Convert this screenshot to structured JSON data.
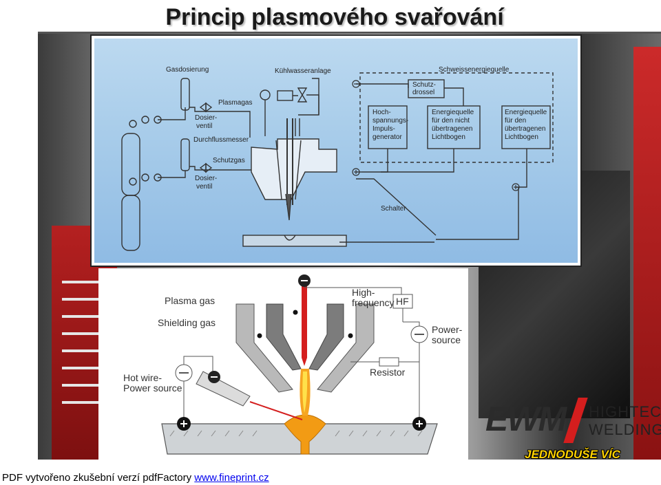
{
  "slide": {
    "title": "Princip plasmového svařování"
  },
  "diagram_top": {
    "labels": {
      "gasdosierung": "Gasdosierung",
      "kuehlwasser": "Kühlwasseranlage",
      "schweissenergie": "Schweissenergiequelle",
      "plasmagas": "Plasmagas",
      "dosierventil_1a": "Dosier-",
      "dosierventil_1b": "ventil",
      "durchfluss": "Durchflussmesser",
      "schutzgas": "Schutzgas",
      "dosierventil_2a": "Dosier-",
      "dosierventil_2b": "ventil",
      "schutzdrossel_a": "Schutz-",
      "schutzdrossel_b": "drossel",
      "hoch_a": "Hoch-",
      "hoch_b": "spannungs-",
      "hoch_c": "Impuls-",
      "hoch_d": "generator",
      "nicht_a": "Energiequelle",
      "nicht_b": "für den nicht",
      "nicht_c": "übertragenen",
      "nicht_d": "Lichtbogen",
      "uebertr_a": "Energiequelle",
      "uebertr_b": "für den",
      "uebertr_c": "übertragenen",
      "uebertr_d": "Lichtbogen",
      "schalter": "Schalter"
    }
  },
  "diagram_bottom": {
    "labels": {
      "plasma_gas": "Plasma gas",
      "shielding_gas": "Shielding gas",
      "high_frequency_a": "High-",
      "high_frequency_b": "frequency",
      "hf": "HF",
      "power_source_a": "Power-",
      "power_source_b": "source",
      "resistor": "Resistor",
      "hot_wire_a": "Hot wire-",
      "hot_wire_b": "Power source"
    }
  },
  "brand": {
    "logo_text": "EWM",
    "hightec": "HIGHTEC",
    "registered": "®",
    "welding": "WELDING",
    "tagline": "JEDNODUŠE VÍC",
    "accent_color": "#d41e1e"
  },
  "footer": {
    "text": "PDF vytvořeno zkušební verzí pdfFactory",
    "link": "www.fineprint.cz"
  }
}
